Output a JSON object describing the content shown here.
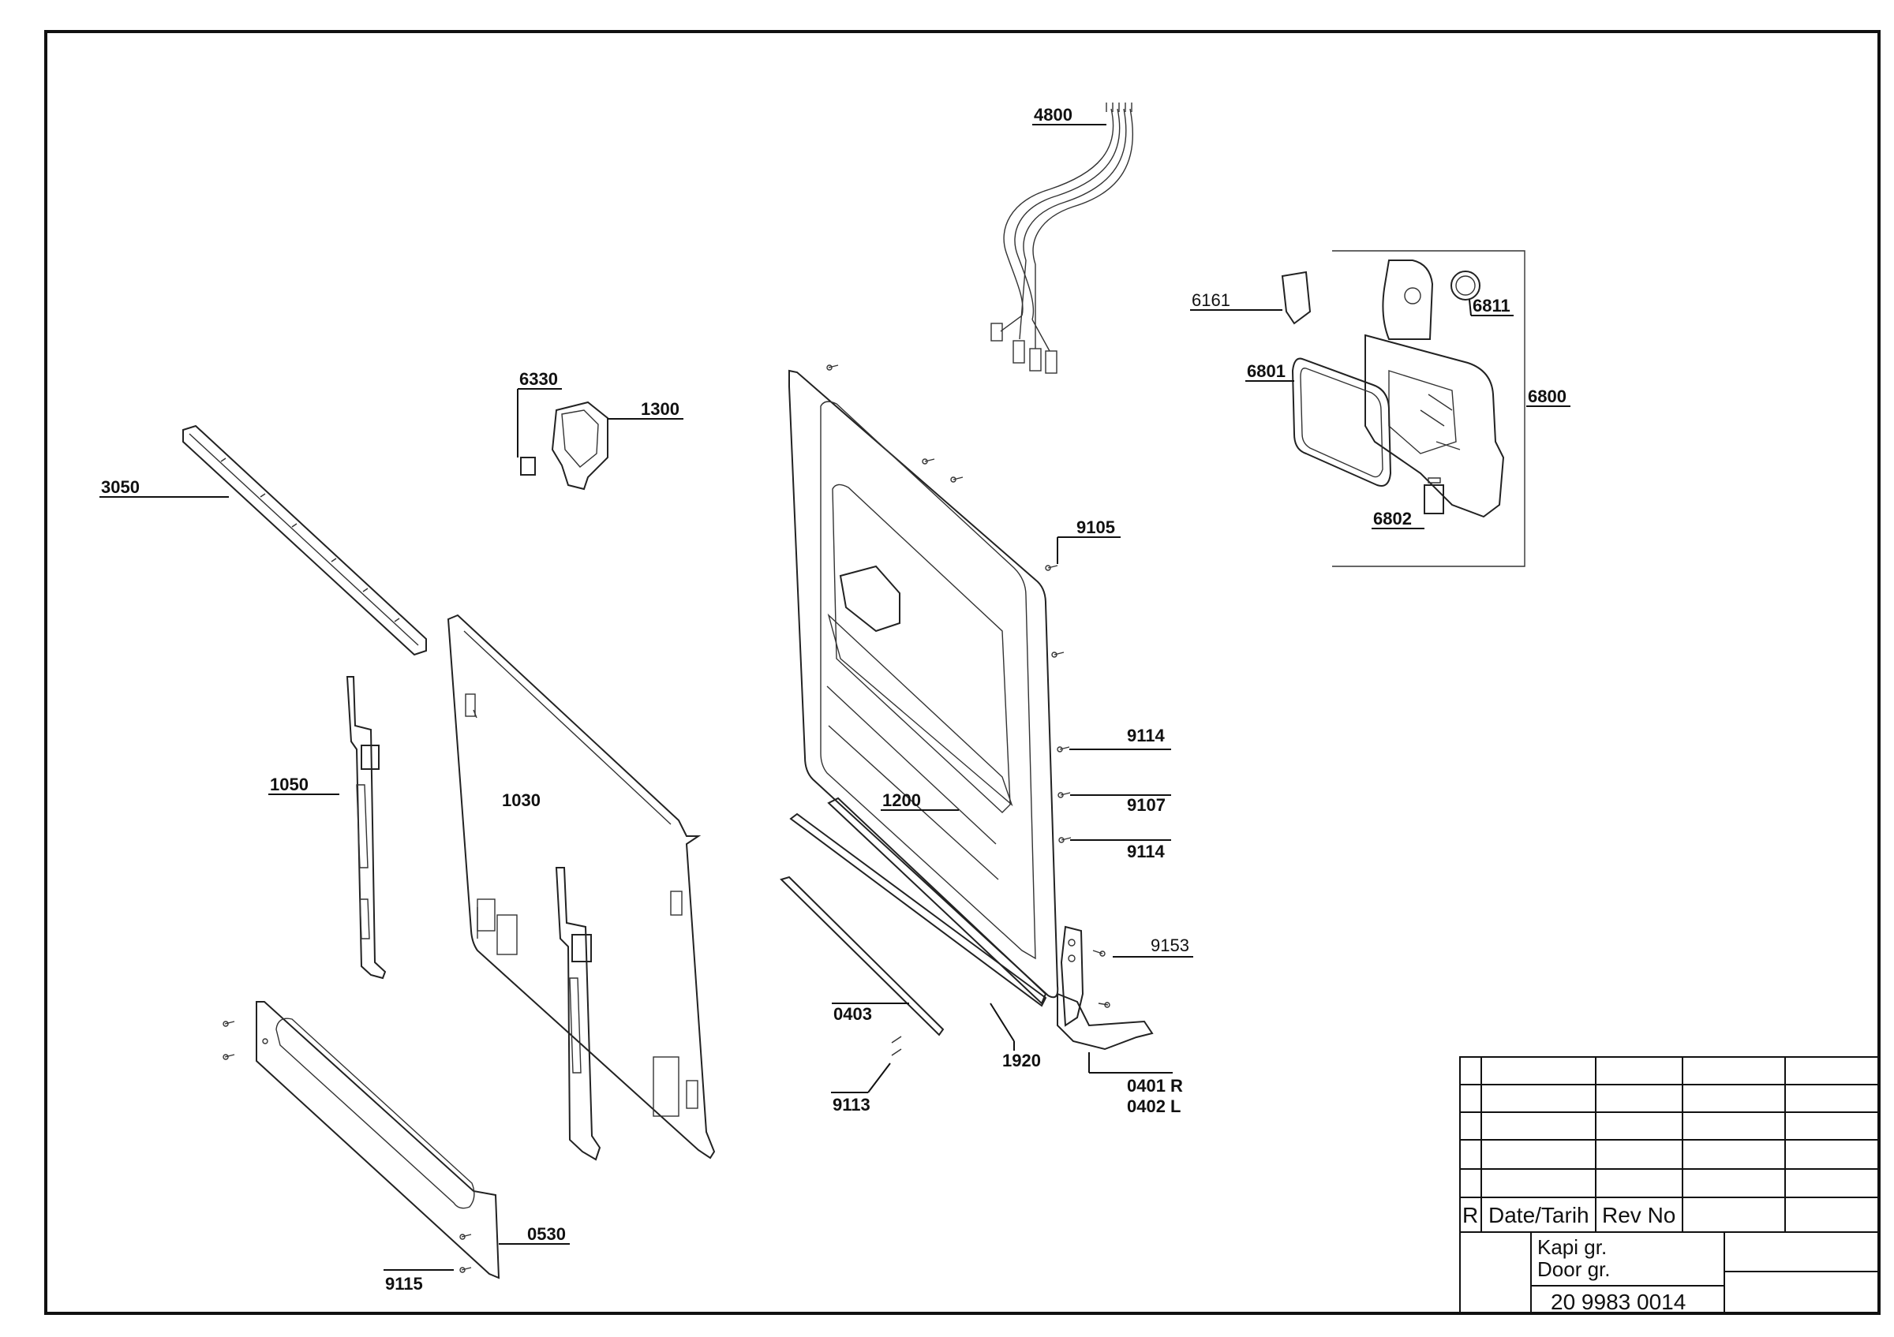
{
  "parts": {
    "p4800": "4800",
    "p6161": "6161",
    "p6811": "6811",
    "p6801": "6801",
    "p6800": "6800",
    "p6802": "6802",
    "p6330": "6330",
    "p1300": "1300",
    "p3050": "3050",
    "p9105": "9105",
    "p9114a": "9114",
    "p9107": "9107",
    "p9114b": "9114",
    "p1050": "1050",
    "p1030": "1030",
    "p1200": "1200",
    "p9153": "9153",
    "p0403": "0403",
    "p1920": "1920",
    "p0401": "0401 R",
    "p0402": "0402 L",
    "p9113": "9113",
    "p0530": "0530",
    "p9115": "9115"
  },
  "title_block": {
    "rev_marker": "R",
    "date_header": "Date/Tarih",
    "rev_header": "Rev No",
    "name_tr": "Kapi gr.",
    "name_en": "Door gr.",
    "drawing_number": "20 9983 0014"
  }
}
